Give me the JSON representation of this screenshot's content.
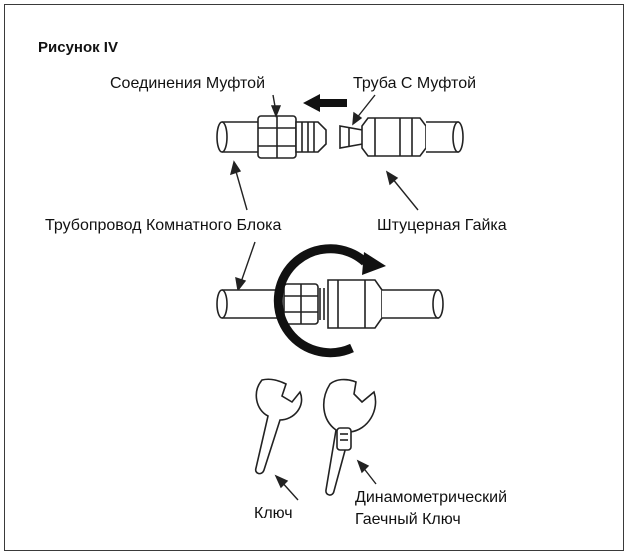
{
  "figure": {
    "title": "Рисунок IV",
    "labels": {
      "flare_connection": "Соединения Муфтой",
      "flared_pipe": "Труба С Муфтой",
      "indoor_piping": "Трубопровод Комнатного Блока",
      "flare_nut": "Штуцерная Гайка",
      "wrench": "Ключ",
      "torque_wrench_line1": "Динамометрический",
      "torque_wrench_line2": "Гаечный Ключ"
    }
  }
}
